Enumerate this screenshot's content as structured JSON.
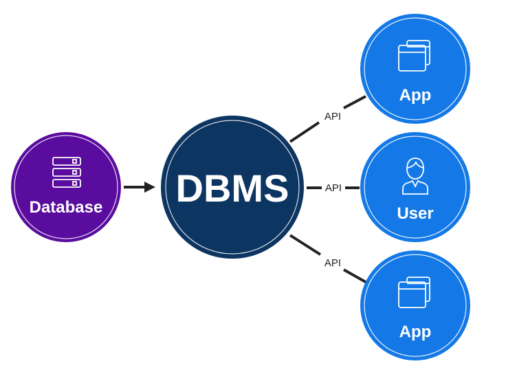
{
  "diagram": {
    "nodes": [
      {
        "id": "database",
        "label": "Database",
        "icon": "server-stack-icon",
        "color": "#5A0C9E"
      },
      {
        "id": "dbms",
        "label": "DBMS",
        "icon": "",
        "color": "#0D3561"
      },
      {
        "id": "app_top",
        "label": "App",
        "icon": "windows-icon",
        "color": "#1479E6"
      },
      {
        "id": "user",
        "label": "User",
        "icon": "user-icon",
        "color": "#1479E6"
      },
      {
        "id": "app_bottom",
        "label": "App",
        "icon": "windows-icon",
        "color": "#1479E6"
      }
    ],
    "edges": [
      {
        "from": "database",
        "to": "dbms",
        "label": "",
        "arrow": true
      },
      {
        "from": "dbms",
        "to": "app_top",
        "label": "API"
      },
      {
        "from": "dbms",
        "to": "user",
        "label": "API"
      },
      {
        "from": "dbms",
        "to": "app_bottom",
        "label": "API"
      }
    ]
  }
}
